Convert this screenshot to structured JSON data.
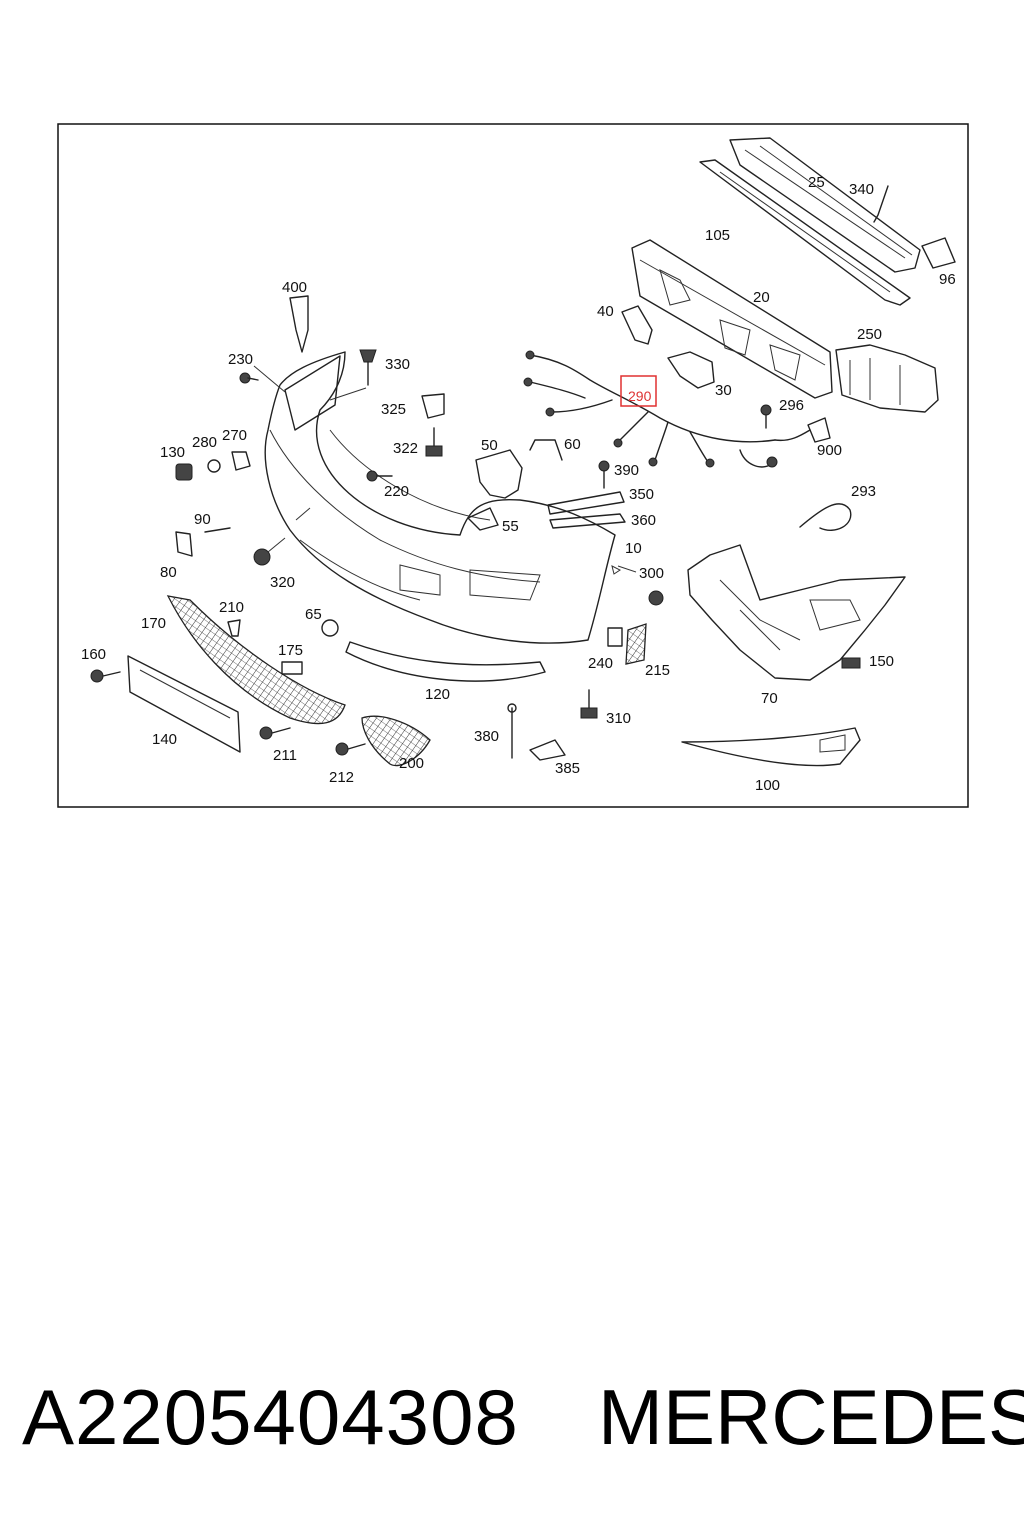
{
  "diagram": {
    "highlighted_callout": "290",
    "callouts": [
      "25",
      "340",
      "105",
      "96",
      "20",
      "40",
      "250",
      "30",
      "296",
      "290",
      "900",
      "400",
      "230",
      "330",
      "325",
      "322",
      "220",
      "50",
      "60",
      "390",
      "350",
      "360",
      "55",
      "130",
      "280",
      "270",
      "10",
      "300",
      "293",
      "90",
      "80",
      "320",
      "210",
      "65",
      "170",
      "175",
      "160",
      "120",
      "240",
      "215",
      "150",
      "70",
      "140",
      "211",
      "212",
      "200",
      "380",
      "310",
      "385",
      "100"
    ]
  },
  "caption": {
    "part_number": "A2205404308",
    "brand": "MERCEDES"
  }
}
